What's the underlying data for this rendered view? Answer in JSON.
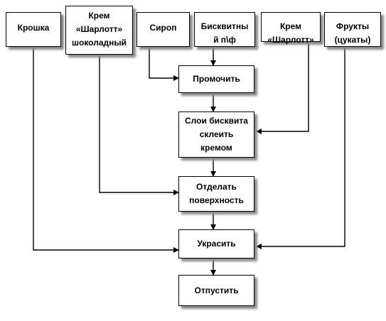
{
  "nodes": {
    "kroshka": "Крошка",
    "krem_choc": "Крем\n«Шарлотт»\nшоколадный",
    "sirop": "Сироп",
    "biskvit": "Бисквитны\nй п\\ф",
    "krem_sharlott": "Крем\n«Шарлотт»",
    "frukty": "Фрукты\n(цукаты)",
    "promochit": "Промочить",
    "sloi": "Слои бисквита\nсклеить\nкремом",
    "otdelat": "Отделать\nповерхность",
    "ukrasit": "Украсить",
    "otpustit": "Отпустить"
  }
}
